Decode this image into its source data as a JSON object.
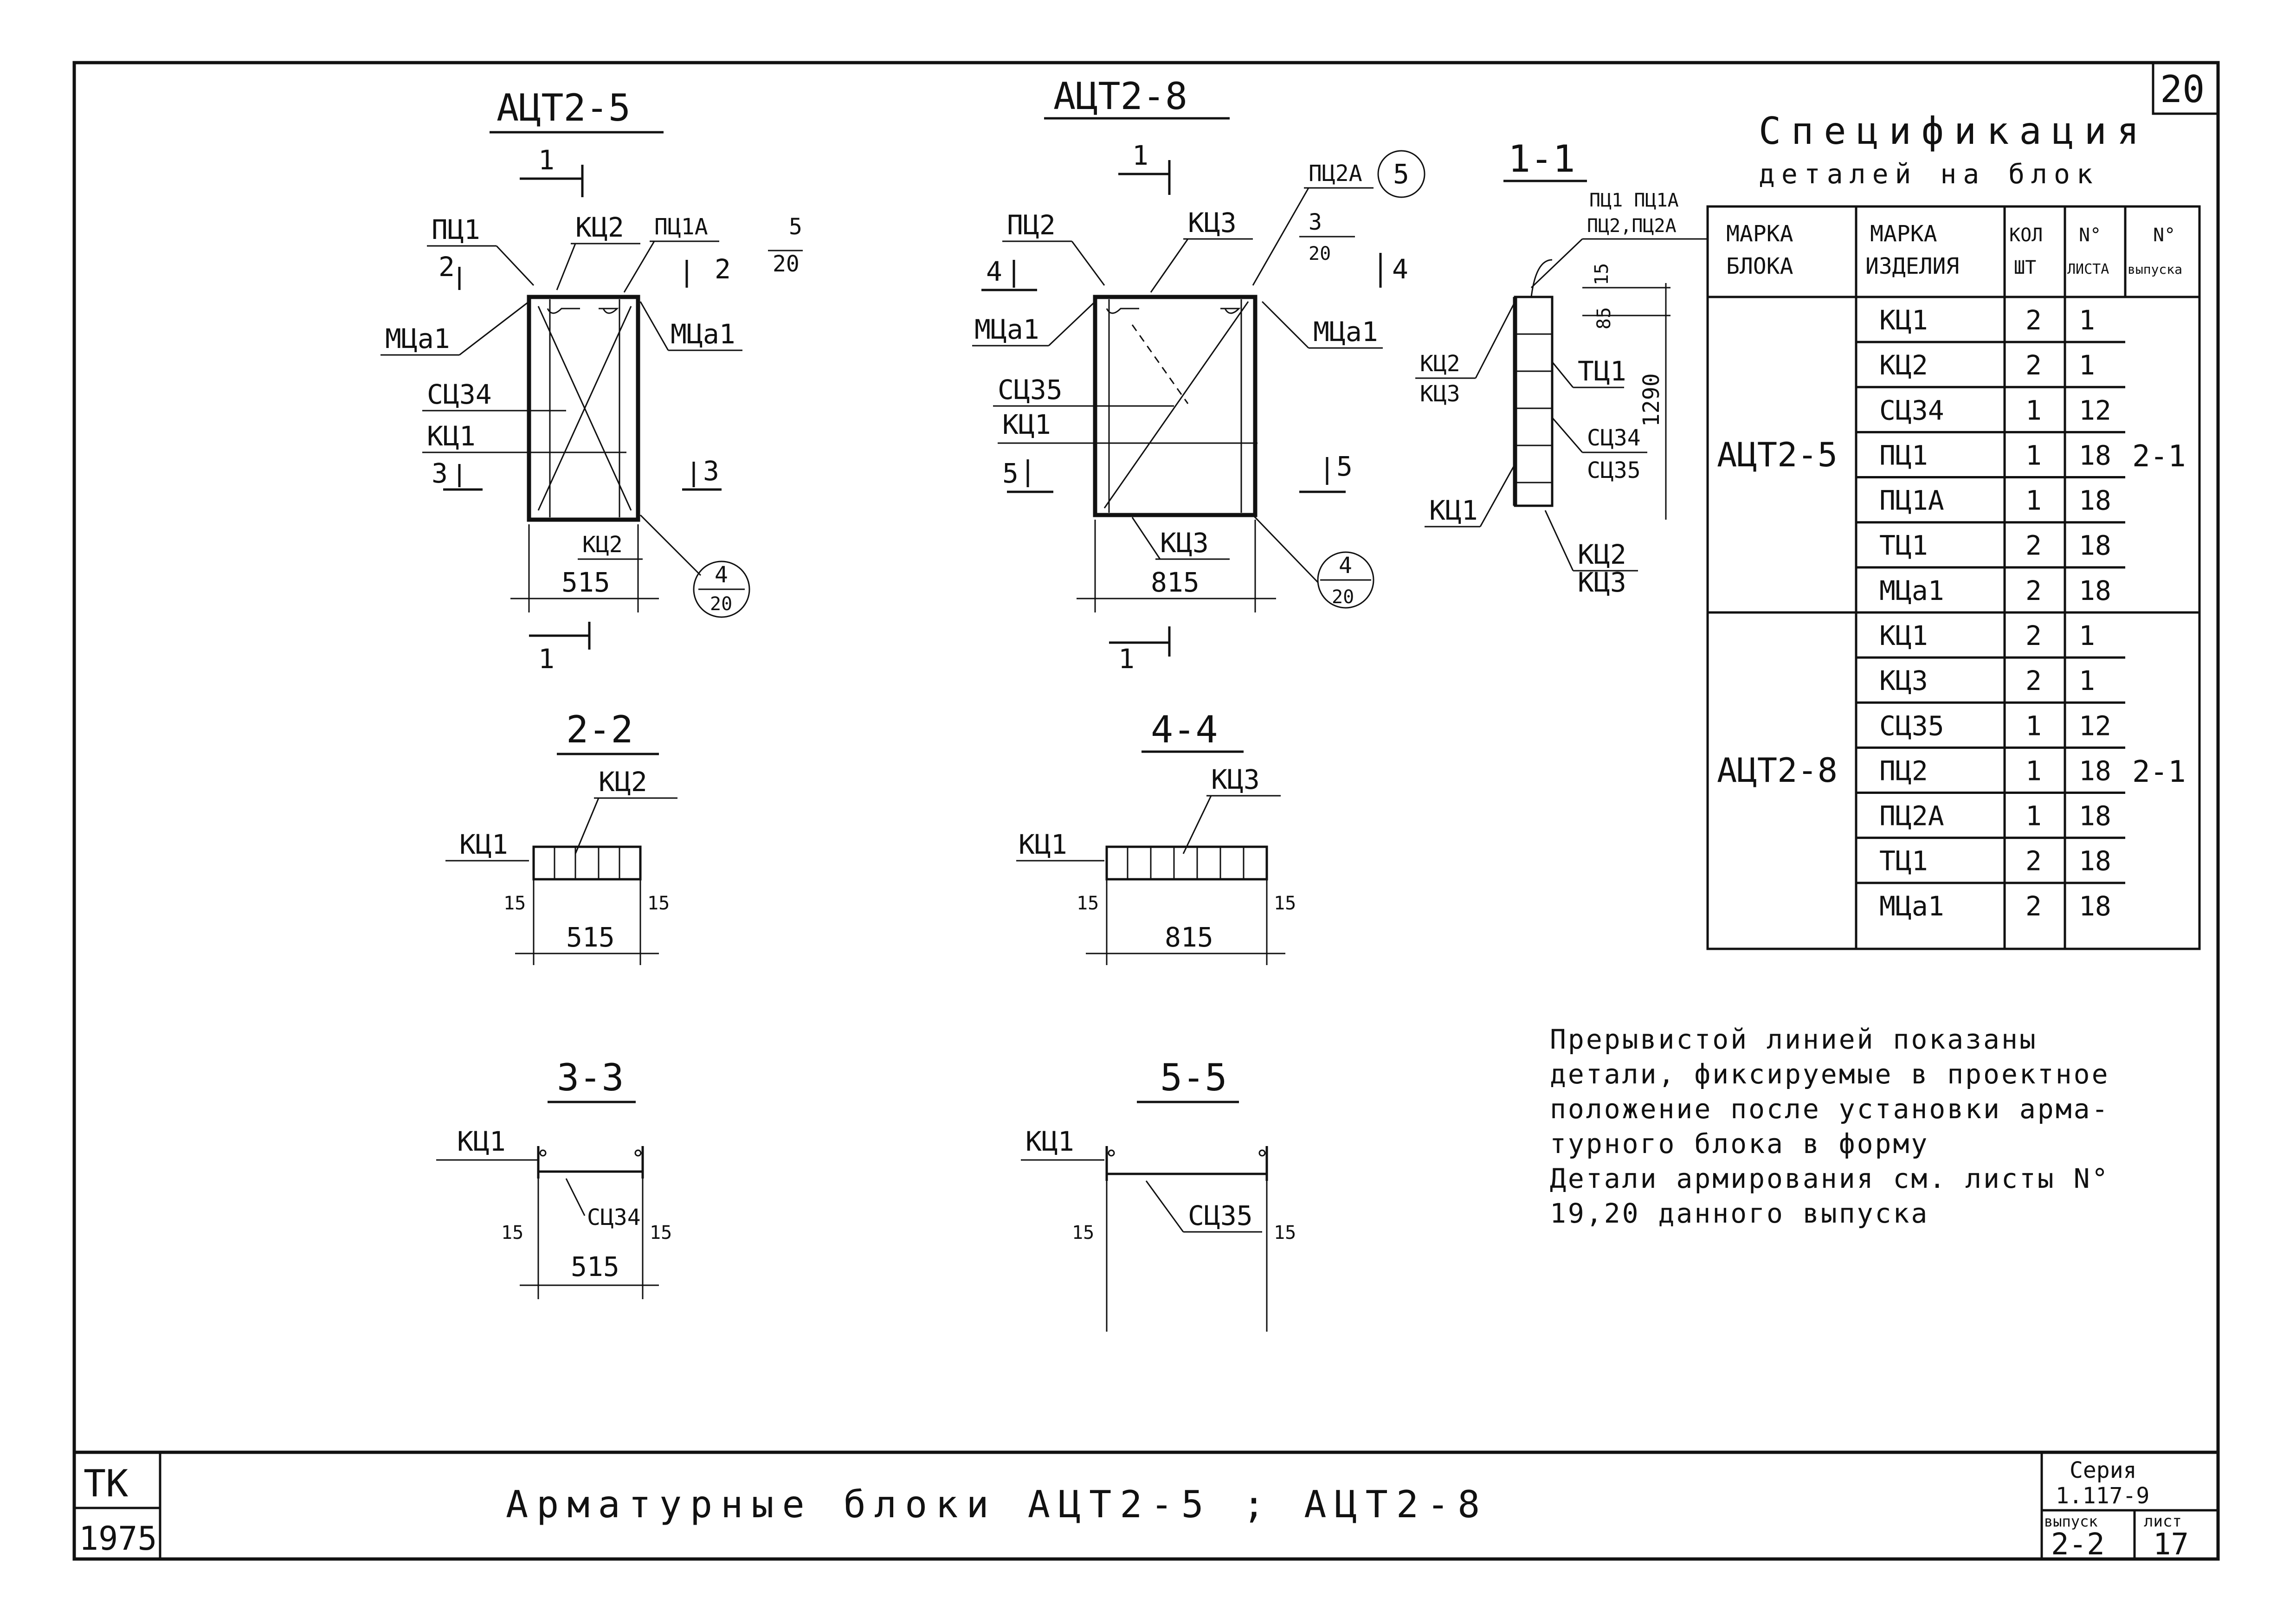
{
  "sheet_number": "20",
  "blocks": {
    "a5": {
      "title": "АЦТ2-5",
      "cut_1": "1",
      "lbl_pc1": "ПЦ1",
      "cut_2": "2",
      "lbl_kc2_top": "КЦ2",
      "lbl_pc1a": "ПЦ1А",
      "cut_2b": "2",
      "ref_5_num": "5",
      "ref_5_den": "20",
      "lbl_mca1_l": "МЦа1",
      "lbl_mca1_r": "МЦа1",
      "lbl_sc34": "СЦ34",
      "lbl_kc1": "КЦ1",
      "cut_3": "3",
      "cut_3b": "3",
      "lbl_kc2_bot": "КЦ2",
      "dim_515": "515",
      "ref_4_num": "4",
      "ref_4_den": "20",
      "cut_1b": "1"
    },
    "a8": {
      "title": "АЦТ2-8",
      "cut_1": "1",
      "lbl_pc2a": "ПЦ2А",
      "ref_5": "5",
      "lbl_pc2": "ПЦ2",
      "lbl_kc3_top": "КЦ3",
      "ref_3_num": "3",
      "ref_3_den": "20",
      "cut_4": "4",
      "cut_4b": "4",
      "lbl_mca1_l": "МЦа1",
      "lbl_mca1_r": "МЦа1",
      "lbl_sc35": "СЦ35",
      "lbl_kc1": "КЦ1",
      "cut_5": "5",
      "cut_5b": "5",
      "lbl_kc3_bot": "КЦ3",
      "dim_815": "815",
      "ref_4_num": "4",
      "ref_4_den": "20",
      "cut_1b": "1"
    }
  },
  "section_11": {
    "title": "1-1",
    "lbl_top1": "ПЦ1 ПЦ1А",
    "lbl_top2": "ПЦ2,ПЦ2А",
    "dim_15": "15",
    "dim_85": "85",
    "dim_1290": "1290",
    "lbl_kc2": "КЦ2",
    "lbl_kc3": "КЦ3",
    "lbl_tc1": "ТЦ1",
    "lbl_sc34": "СЦ34",
    "lbl_sc35": "СЦ35",
    "lbl_kc1": "КЦ1",
    "lbl_kc2b": "КЦ2",
    "lbl_kc3b": "КЦ3"
  },
  "sections": {
    "s22": {
      "title": "2-2",
      "top": "КЦ2",
      "left": "КЦ1",
      "d1": "15",
      "d2": "15",
      "width": "515"
    },
    "s44": {
      "title": "4-4",
      "top": "КЦ3",
      "left": "КЦ1",
      "d1": "15",
      "d2": "15",
      "width": "815"
    },
    "s33": {
      "title": "3-3",
      "mid": "СЦ34",
      "left": "КЦ1",
      "d1": "15",
      "d2": "15",
      "width": "515"
    },
    "s55": {
      "title": "5-5",
      "mid": "СЦ35",
      "left": "КЦ1",
      "d1": "15",
      "d2": "15",
      "width": ""
    }
  },
  "spec": {
    "title1": "Спецификация",
    "title2": "деталей на блок",
    "headers": {
      "block_1": "МАРКА",
      "block_2": "БЛОКА",
      "item_1": "МАРКА",
      "item_2": "ИЗДЕЛИЯ",
      "qty_1": "КОЛ",
      "qty_2": "ШТ",
      "sheet_1": "N°",
      "sheet_2": "ЛИСТА",
      "issue_1": "N°",
      "issue_2": "выпуска"
    },
    "groups": [
      {
        "block": "АЦТ2-5",
        "issue": "2-1",
        "rows": [
          {
            "item": "КЦ1",
            "qty": "2",
            "sheet": "1"
          },
          {
            "item": "КЦ2",
            "qty": "2",
            "sheet": "1"
          },
          {
            "item": "СЦ34",
            "qty": "1",
            "sheet": "12"
          },
          {
            "item": "ПЦ1",
            "qty": "1",
            "sheet": "18"
          },
          {
            "item": "ПЦ1А",
            "qty": "1",
            "sheet": "18"
          },
          {
            "item": "ТЦ1",
            "qty": "2",
            "sheet": "18"
          },
          {
            "item": "МЦа1",
            "qty": "2",
            "sheet": "18"
          }
        ]
      },
      {
        "block": "АЦТ2-8",
        "issue": "2-1",
        "rows": [
          {
            "item": "КЦ1",
            "qty": "2",
            "sheet": "1"
          },
          {
            "item": "КЦ3",
            "qty": "2",
            "sheet": "1"
          },
          {
            "item": "СЦ35",
            "qty": "1",
            "sheet": "12"
          },
          {
            "item": "ПЦ2",
            "qty": "1",
            "sheet": "18"
          },
          {
            "item": "ПЦ2А",
            "qty": "1",
            "sheet": "18"
          },
          {
            "item": "ТЦ1",
            "qty": "2",
            "sheet": "18"
          },
          {
            "item": "МЦа1",
            "qty": "2",
            "sheet": "18"
          }
        ]
      }
    ]
  },
  "notes": [
    "Прерывистой линией показаны",
    "детали, фиксируемые в проектное",
    "положение после установки арма-",
    "турного блока в форму",
    "Детали армирования см. листы N°",
    "19,20 данного выпуска"
  ],
  "title_block": {
    "org": "ТК",
    "year": "1975",
    "title": "Арматурные блоки АЦТ2-5 ; АЦТ2-8",
    "series_label": "Серия",
    "series": "1.117-9",
    "issue_label": "выпуск",
    "issue": "2-2",
    "sheet_label": "лист",
    "sheet": "17"
  }
}
